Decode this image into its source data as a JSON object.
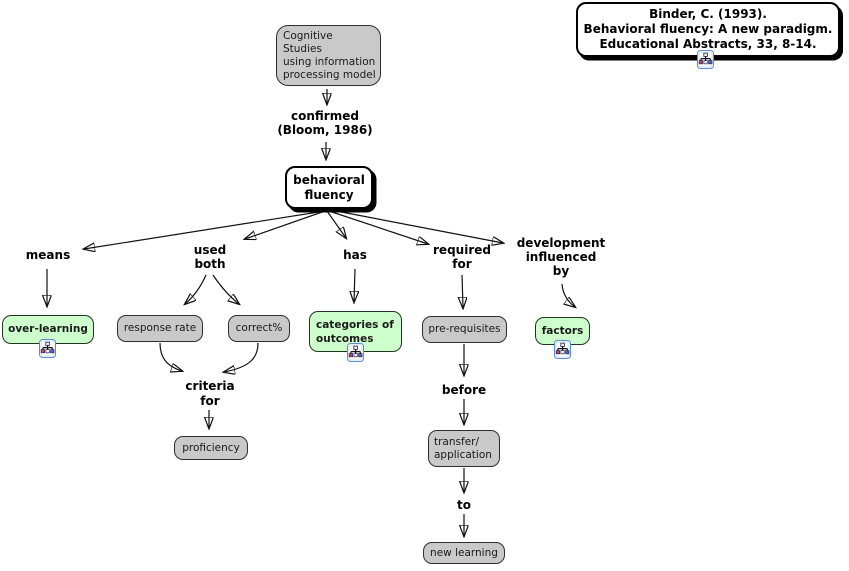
{
  "citation": {
    "text": "Binder, C. (1993).\nBehavioral fluency: A new paradigm.\nEducational Abstracts, 33, 8-14."
  },
  "concepts": {
    "cognitive_studies": "Cognitive\nStudies\nusing information\nprocessing model",
    "behavioral_fluency": "behavioral\nfluency",
    "over_learning": "over-learning",
    "response_rate": "response rate",
    "correct_percent": "correct%",
    "proficiency": "proficiency",
    "categories_of_outcomes": "categories of\noutcomes",
    "pre_requisites": "pre-requisites",
    "transfer_application": "transfer/\napplication",
    "new_learning": "new learning",
    "factors": "factors"
  },
  "linking_phrases": {
    "confirmed": "confirmed\n(Bloom, 1986)",
    "means": "means",
    "used_both": "used\nboth",
    "has": "has",
    "required_for": "required\nfor",
    "development_influenced_by": "development\ninfluenced\nby",
    "criteria_for": "criteria\nfor",
    "before": "before",
    "to": "to"
  },
  "icons": {
    "resource": "resource-link-icon"
  },
  "colors": {
    "concept_gray": "#c9c9c9",
    "concept_green": "#ccffcc",
    "concept_white": "#ffffff",
    "line_black": "#000000",
    "icon_border_blue": "#5e8bd8"
  }
}
